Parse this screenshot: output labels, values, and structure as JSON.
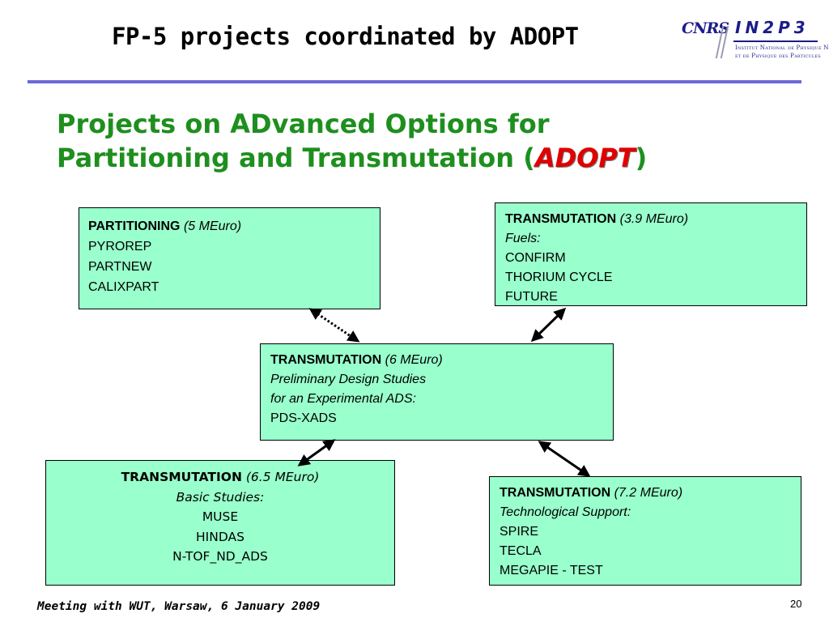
{
  "slide_title": "FP-5 projects coordinated by ADOPT",
  "logo": {
    "cnrs": "CNRS",
    "org": "IN2P3",
    "subtitle_line1": "Institut National de Physique Nucléaire",
    "subtitle_line2": "et de Physique des Particules"
  },
  "heading": {
    "line1": "Projects on ADvanced Options for",
    "line2_prefix": "Partitioning and Transmutation (",
    "acronym": "ADOPT",
    "line2_suffix": ")"
  },
  "boxes": {
    "partitioning": {
      "title": "PARTITIONING",
      "budget": "(5 MEuro)",
      "items": [
        "PYROREP",
        "PARTNEW",
        "CALIXPART"
      ]
    },
    "fuels": {
      "title": "TRANSMUTATION",
      "budget": "(3.9 MEuro)",
      "subtitle": "Fuels:",
      "items": [
        "CONFIRM",
        "THORIUM CYCLE",
        "FUTURE"
      ]
    },
    "center": {
      "title": "TRANSMUTATION",
      "budget": "(6 MEuro)",
      "subtitle_line1": "Preliminary Design Studies",
      "subtitle_line2": "for an Experimental ADS:",
      "items": [
        "PDS-XADS"
      ]
    },
    "basic": {
      "title": "TRANSMUTATION",
      "budget": "(6.5 MEuro)",
      "subtitle": "Basic Studies:",
      "items": [
        "MUSE",
        "HINDAS",
        "N-TOF_ND_ADS"
      ]
    },
    "tech": {
      "title": "TRANSMUTATION",
      "budget": "(7.2 MEuro)",
      "subtitle": "Technological Support:",
      "items": [
        "SPIRE",
        "TECLA",
        "MEGAPIE - TEST"
      ]
    }
  },
  "footer": "Meeting with WUT, Warsaw, 6 January 2009",
  "page_number": "20",
  "colors": {
    "heading_green": "#1e8f1e",
    "acronym_red": "#e00000",
    "box_fill": "#99ffcc",
    "rule_blue": "#6a6ad8",
    "logo_navy": "#1c1c8a"
  }
}
